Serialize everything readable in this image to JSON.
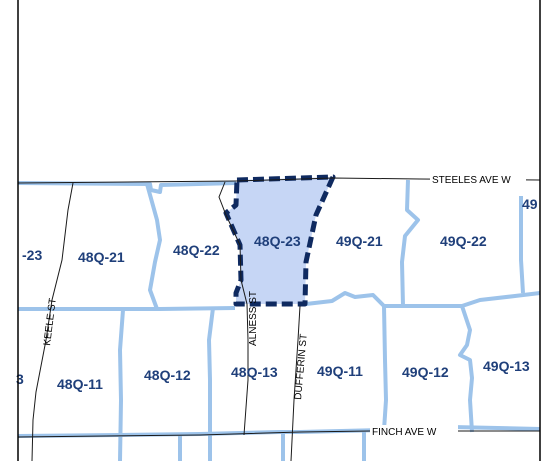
{
  "colors": {
    "background": "#ffffff",
    "grid_line": "#9dc3ea",
    "road": "#1a1a1a",
    "highlight_fill": "#c6d6f5",
    "highlight_outline": "#0f2a60",
    "zone_label": "#1f3f7a",
    "frame": "#000000"
  },
  "zones": {
    "z48q23_left": "-23",
    "z48q21": "48Q-21",
    "z48q22": "48Q-22",
    "z48q23": "48Q-23",
    "z49q21": "49Q-21",
    "z49q22": "49Q-22",
    "z49_right": "49",
    "z48q11_left": "3",
    "z48q11": "48Q-11",
    "z48q12": "48Q-12",
    "z48q13": "48Q-13",
    "z49q11": "49Q-11",
    "z49q12": "49Q-12",
    "z49q13": "49Q-13"
  },
  "streets": {
    "steeles": "STEELES AVE W",
    "finch": "FINCH AVE W",
    "keele": "KEELE ST",
    "alness": "ALNESS ST",
    "dufferin": "DUFFERIN ST"
  },
  "highlighted_zone": "48Q-23"
}
